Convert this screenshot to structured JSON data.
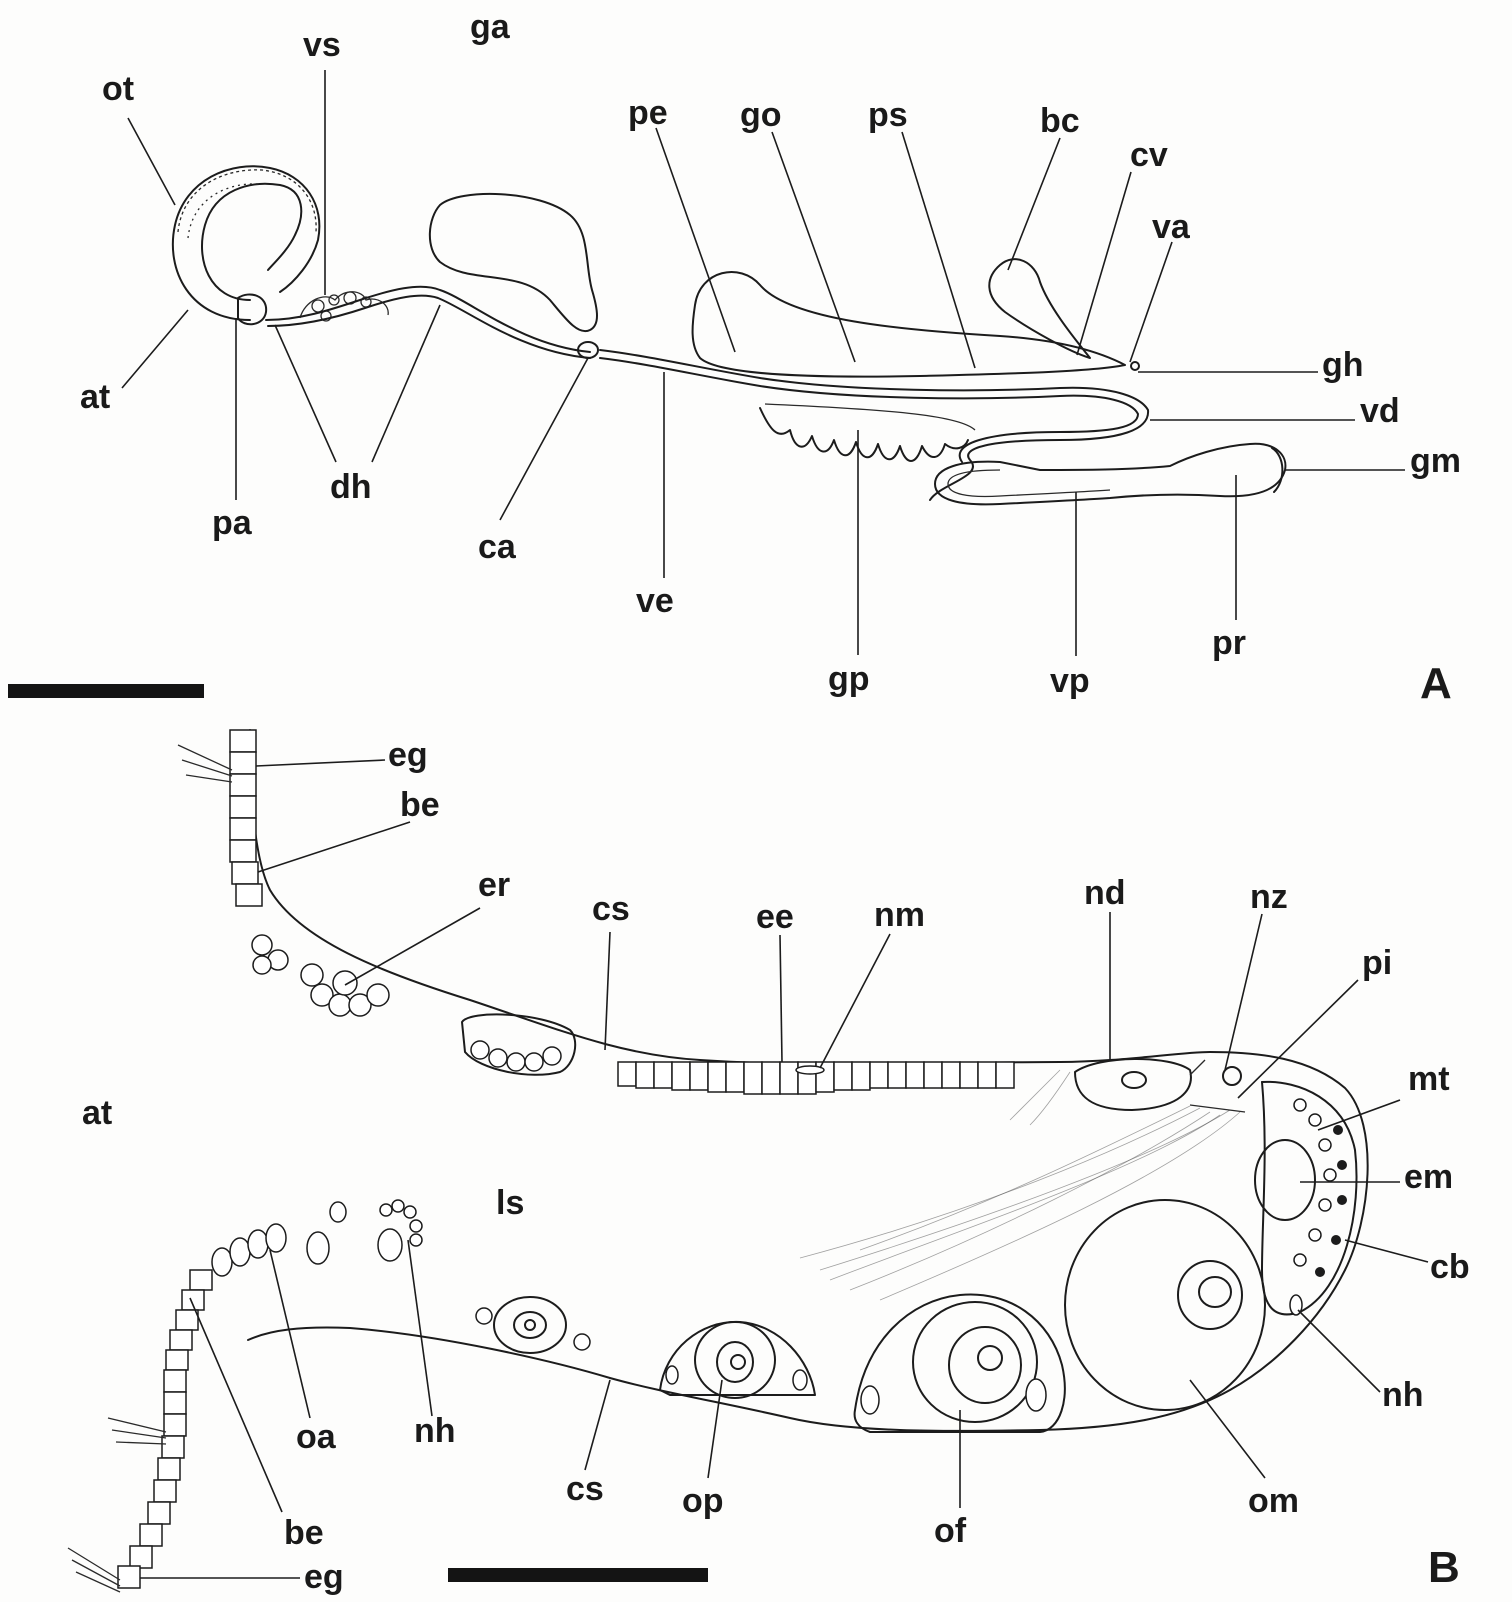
{
  "panel_a": {
    "letter": "A",
    "labels": {
      "ot": "ot",
      "vs": "vs",
      "ga": "ga",
      "pe": "pe",
      "go": "go",
      "ps": "ps",
      "bc": "bc",
      "cv": "cv",
      "va": "va",
      "at": "at",
      "gh": "gh",
      "vd": "vd",
      "gm": "gm",
      "pa": "pa",
      "dh": "dh",
      "ca": "ca",
      "ve": "ve",
      "gp": "gp",
      "vp": "vp",
      "pr": "pr"
    }
  },
  "panel_b": {
    "letter": "B",
    "labels": {
      "eg_top": "eg",
      "be_top": "be",
      "er": "er",
      "cs_top": "cs",
      "ee": "ee",
      "nm": "nm",
      "nd": "nd",
      "nz": "nz",
      "pi": "pi",
      "mt": "mt",
      "at": "at",
      "em": "em",
      "ls": "ls",
      "cb": "cb",
      "nh_right": "nh",
      "oa": "oa",
      "nh_bottom": "nh",
      "cs_bottom": "cs",
      "op": "op",
      "of": "of",
      "om": "om",
      "be_bottom": "be",
      "eg_bottom": "eg"
    }
  },
  "colors": {
    "ink": "#1c1c1c",
    "background": "#fdfdfc"
  }
}
